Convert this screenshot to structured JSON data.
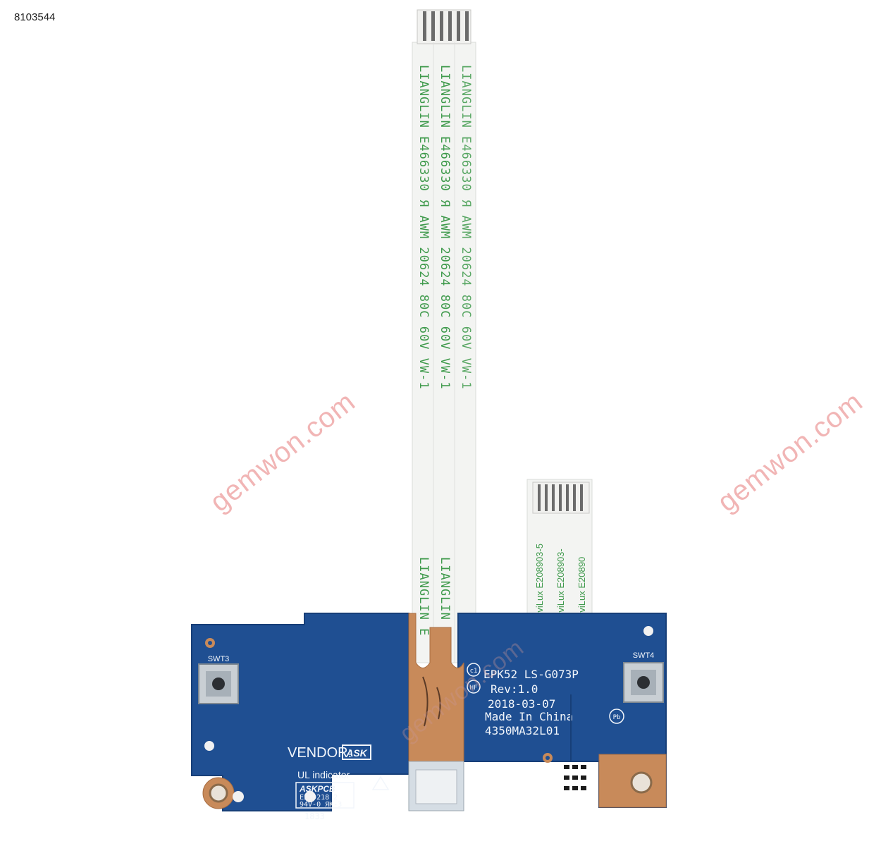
{
  "product_id": "8103544",
  "watermark": "gemwon.com",
  "cable_main": {
    "lines": [
      "LIANGLIN E466330 Я AWM 20624 80C 60V VW-1",
      "LIANGLIN E466330 Я AWM 20624 80C 60V VW-1",
      "LIANGLIN E466330 Я AWM 20624 80C 60V VW-1"
    ],
    "lower_text": "LIANGLIN E"
  },
  "cable_small": {
    "lines": [
      "CviLux E208903-5",
      "CviLux E208903-",
      "CviLux E20890"
    ]
  },
  "board": {
    "swt3": "SWT3",
    "swt4": "SWT4",
    "vendor_label": "VENDOR:",
    "vendor_logo": "ASK",
    "ul_indicator": "UL indicator",
    "askpcb": "ASKPCB",
    "e_number": "E239218  2",
    "rating": "94V-0 ЯK-3",
    "date_code": "1833",
    "c1": "c1",
    "model": "EPK52  LS-G073P",
    "hf": "HF",
    "rev": "Rev:1.0",
    "date": "2018-03-07",
    "made_in": "Made In China",
    "part_no": "4350MA32L01",
    "pb": "Pb"
  },
  "colors": {
    "pcb_blue": "#1f4f92",
    "copper": "#c88a5a",
    "cable_white": "#f3f4f2",
    "cable_text_green": "#3f9a4c"
  }
}
